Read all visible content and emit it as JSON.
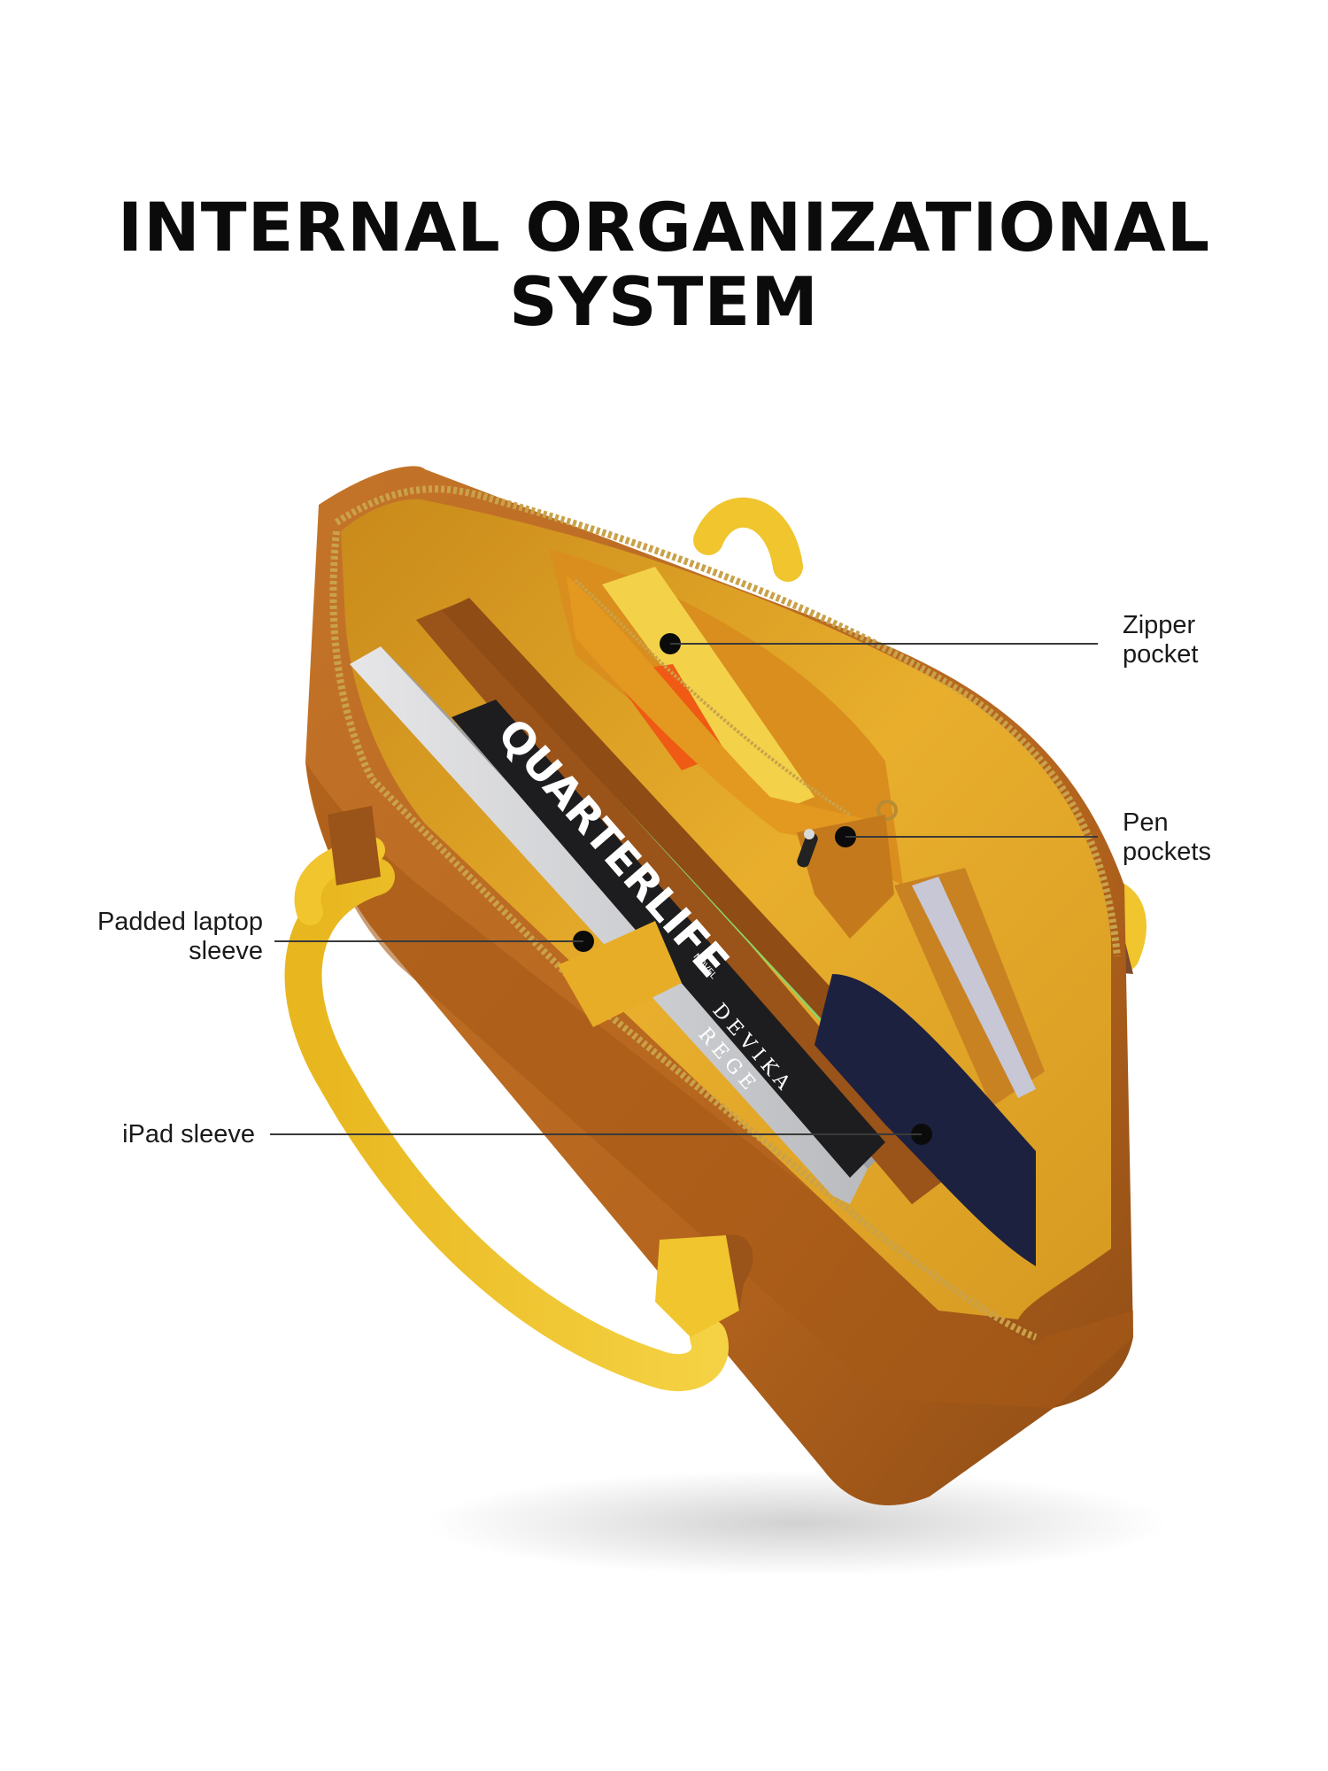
{
  "title": {
    "line1": "INTERNAL ORGANIZATIONAL",
    "line2": "SYSTEM"
  },
  "callouts": {
    "zipper_pocket": {
      "line1": "Zipper",
      "line2": "pocket"
    },
    "pen_pockets": {
      "line1": "Pen",
      "line2": "pockets"
    },
    "padded_laptop_sleeve": {
      "line1": "Padded laptop",
      "line2": "sleeve"
    },
    "ipad_sleeve": {
      "line1": "iPad sleeve"
    }
  },
  "book": {
    "title": "QUARTERLIFE",
    "author_line1": "DEVIKA",
    "author_line2": "REGE",
    "tag": "NOVEL"
  },
  "colors": {
    "leather": "#b5651d",
    "leather_dark": "#8a4a14",
    "lining": "#e2a62a",
    "handle": "#f0c52e",
    "zipper": "#c9a24a"
  }
}
